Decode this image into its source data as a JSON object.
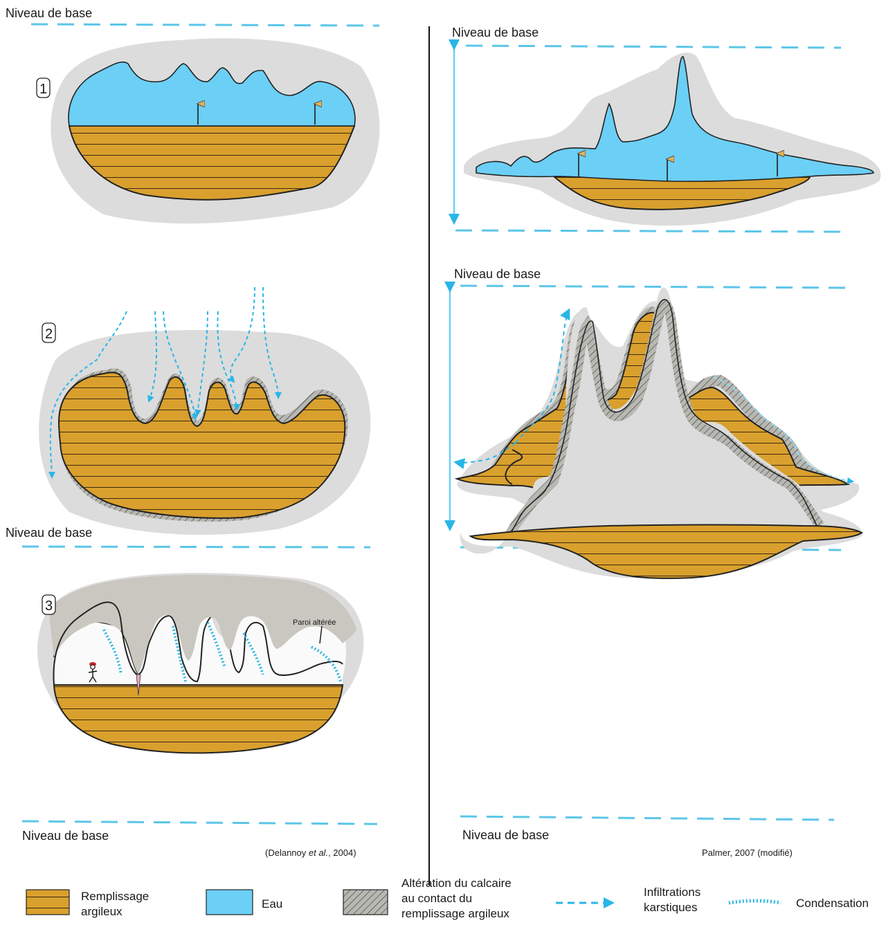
{
  "labels": {
    "base_level": "Niveau de base",
    "step_1": "1",
    "step_2": "2",
    "step_3": "3",
    "altered_wall": "Paroi altérée",
    "credit_left_prefix": "(Delannoy ",
    "credit_left_italic": "et al.",
    "credit_left_suffix": ", 2004)",
    "credit_right": "Palmer, 2007 (modifié)"
  },
  "legend": {
    "clay_line1": "Remplissage",
    "clay_line2": "argileux",
    "water": "Eau",
    "alteration_line1": "Altération du calcaire",
    "alteration_line2": "au contact du",
    "alteration_line3": "remplissage argileux",
    "infiltration_line1": "Infiltrations",
    "infiltration_line2": "karstiques",
    "condensation": "Condensation"
  },
  "colors": {
    "clay": "#d9a02e",
    "water": "#6ccff6",
    "base_level_line": "#5bc6e8",
    "infiltration_arrow": "#29b6e6",
    "rock_halo": "#dcdcdc",
    "alteration": "#a8a8a0"
  }
}
